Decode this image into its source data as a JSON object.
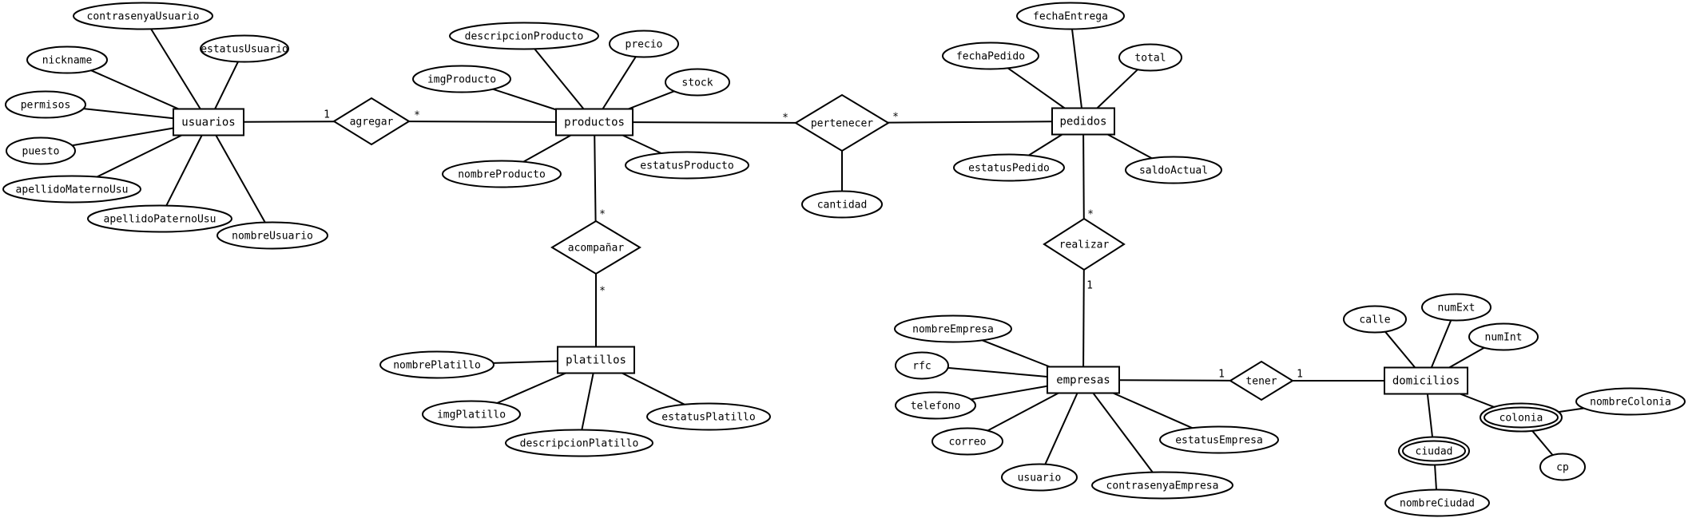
{
  "entities": {
    "usuarios": "usuarios",
    "productos": "productos",
    "pedidos": "pedidos",
    "platillos": "platillos",
    "empresas": "empresas",
    "domicilios": "domicilios"
  },
  "relationships": {
    "agregar": "agregar",
    "pertenecer": "pertenecer",
    "acompanar": "acompañar",
    "realizar": "realizar",
    "tener": "tener"
  },
  "attributes": {
    "contrasenyaUsuario": "contrasenyaUsuario",
    "nickname": "nickname",
    "estatusUsuario": "estatusUsuario",
    "permisos": "permisos",
    "puesto": "puesto",
    "apellidoMaternoUsu": "apellidoMaternoUsu",
    "apellidoPaternoUsu": "apellidoPaternoUsu",
    "nombreUsuario": "nombreUsuario",
    "descripcionProducto": "descripcionProducto",
    "precio": "precio",
    "imgProducto": "imgProducto",
    "stock": "stock",
    "nombreProducto": "nombreProducto",
    "estatusProducto": "estatusProducto",
    "fechaEntrega": "fechaEntrega",
    "fechaPedido": "fechaPedido",
    "total": "total",
    "estatusPedido": "estatusPedido",
    "saldoActual": "saldoActual",
    "cantidad": "cantidad",
    "nombrePlatillo": "nombrePlatillo",
    "imgPlatillo": "imgPlatillo",
    "descripcionPlatillo": "descripcionPlatillo",
    "estatusPlatillo": "estatusPlatillo",
    "nombreEmpresa": "nombreEmpresa",
    "rfc": "rfc",
    "telefono": "telefono",
    "correo": "correo",
    "usuario": "usuario",
    "contrasenyaEmpresa": "contrasenyaEmpresa",
    "estatusEmpresa": "estatusEmpresa",
    "calle": "calle",
    "numExt": "numExt",
    "numInt": "numInt",
    "colonia": "colonia",
    "nombreColonia": "nombreColonia",
    "cp": "cp",
    "ciudad": "ciudad",
    "nombreCiudad": "nombreCiudad"
  },
  "cardinalities": {
    "usuarios_agregar": "1",
    "agregar_productos": "*",
    "productos_pertenecer": "*",
    "pertenecer_pedidos": "*",
    "productos_acompanar": "*",
    "acompanar_platillos": "*",
    "pedidos_realizar": "*",
    "realizar_empresas": "1",
    "empresas_tener": "1",
    "tener_domicilios": "1"
  }
}
